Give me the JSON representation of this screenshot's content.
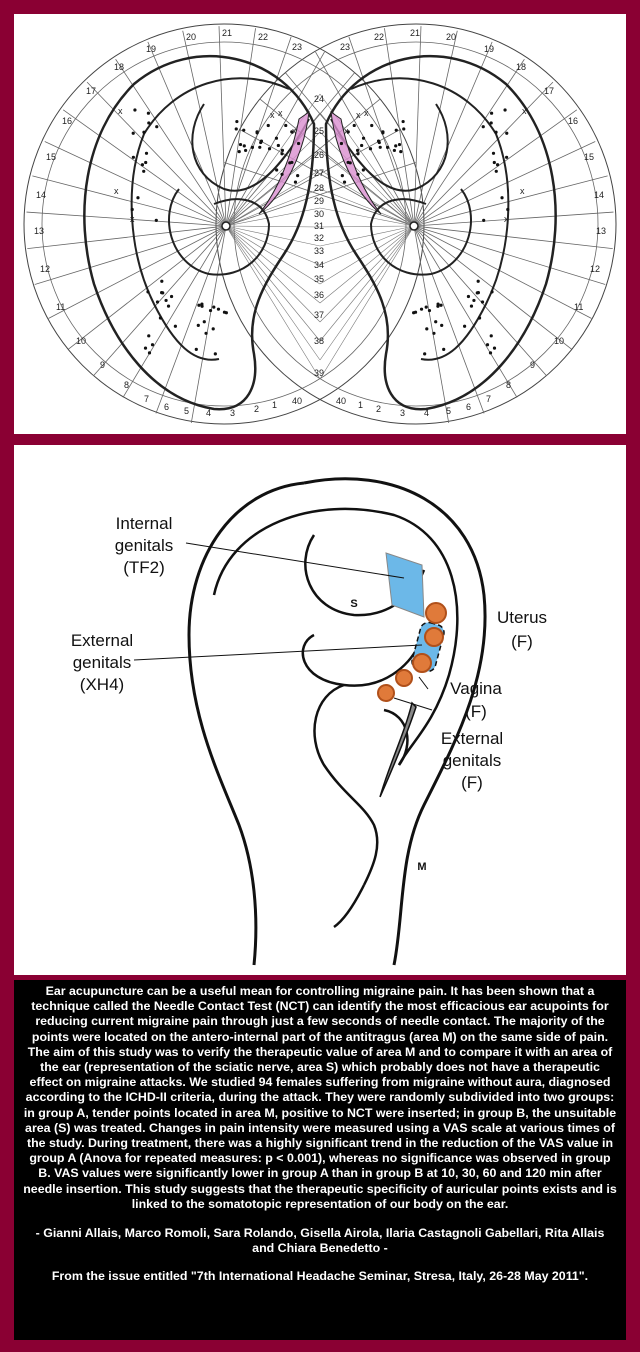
{
  "top_figure": {
    "left_sector_numbers": [
      "20",
      "21",
      "22",
      "23",
      "19",
      "18",
      "17",
      "16",
      "15",
      "14",
      "13",
      "12",
      "11",
      "10",
      "9",
      "8",
      "7",
      "6",
      "5",
      "4",
      "3",
      "2",
      "1",
      "40",
      "24",
      "25",
      "26",
      "27",
      "28",
      "29",
      "30",
      "31",
      "32",
      "33",
      "34",
      "35",
      "36",
      "37",
      "38",
      "39"
    ],
    "right_sector_numbers": [
      "23",
      "22",
      "21",
      "20",
      "19",
      "18",
      "17",
      "16",
      "15",
      "14",
      "13",
      "12",
      "11",
      "10",
      "9",
      "8",
      "7",
      "6",
      "5",
      "4",
      "3",
      "2",
      "1",
      "40"
    ],
    "markers": [
      "x",
      "x",
      "x",
      "x",
      "x",
      "x",
      "x",
      "x",
      "x",
      "x",
      "x",
      "x"
    ],
    "highlight_color": "#d98fcf"
  },
  "bottom_figure": {
    "labels": {
      "internal_genitals": [
        "Internal",
        "genitals",
        "(TF2)"
      ],
      "external_genitals_left": [
        "External",
        "genitals",
        "(XH4)"
      ],
      "uterus": [
        "Uterus",
        "(F)"
      ],
      "vagina": [
        "Vagina",
        "(F)"
      ],
      "external_genitals_right": [
        "External",
        "genitals",
        "(F)"
      ],
      "area_s": "S",
      "area_m": "M"
    },
    "colors": {
      "internal_area": "#6cb8e8",
      "points": "#e07a3a"
    }
  },
  "abstract": "Ear acupuncture can be a useful mean for controlling migraine pain. It has been shown that a technique called the Needle Contact Test (NCT) can identify the most efficacious ear acupoints for reducing current migraine pain through just a few seconds of needle contact. The majority of the points were located on the antero-internal part of the antitragus (area M) on the same side of pain. The aim of this study was to verify the therapeutic value of area M and to compare it with an area of the ear (representation of the sciatic nerve, area S) which probably does not have a therapeutic effect on migraine attacks. We studied 94 females suffering from migraine without aura, diagnosed according to the ICHD-II criteria, during the attack. They were randomly subdivided into two groups: in group A, tender points located in area M, positive to NCT were inserted; in group B, the unsuitable area (S) was treated. Changes in pain intensity were measured using a VAS scale at various times of the study. During treatment, there was a highly significant trend in the reduction of the VAS value in group A (Anova for repeated measures: p < 0.001), whereas no significance was observed in group B. VAS values were significantly lower in group A than in group B at 10, 30, 60 and 120 min after needle insertion. This study suggests that the therapeutic specificity of auricular points exists and is linked to the somatotopic representation of our body on the ear.",
  "authors": "- Gianni Allais, Marco Romoli, Sara Rolando, Gisella Airola, Ilaria Castagnoli Gabellari, Rita Allais and Chiara Benedetto -",
  "issue": "From the issue entitled \"7th International Headache Seminar, Stresa, Italy, 26-28 May 2011\"."
}
